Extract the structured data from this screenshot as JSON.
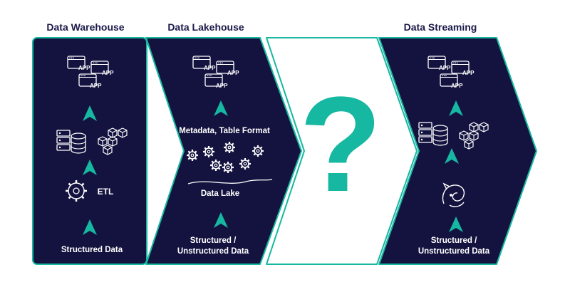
{
  "titles": {
    "warehouse": "Data Warehouse",
    "lakehouse": "Data Lakehouse",
    "streaming": "Data Streaming"
  },
  "warehouse": {
    "app_labels": [
      "APP",
      "APP",
      "APP"
    ],
    "etl_label": "ETL",
    "source_label": "Structured Data"
  },
  "lakehouse": {
    "app_labels": [
      "APP",
      "APP",
      "APP"
    ],
    "metadata_label": "Metadata, Table Format",
    "lake_label": "Data Lake",
    "source_line1": "Structured /",
    "source_line2": "Unstructured Data"
  },
  "unknown": {
    "symbol": "?"
  },
  "streaming": {
    "app_labels": [
      "APP",
      "APP",
      "APP"
    ],
    "source_line1": "Structured /",
    "source_line2": "Unstructured Data"
  },
  "colors": {
    "navy": "#141340",
    "teal": "#17b8a1",
    "white": "#ffffff",
    "title": "#1b1a4a"
  }
}
